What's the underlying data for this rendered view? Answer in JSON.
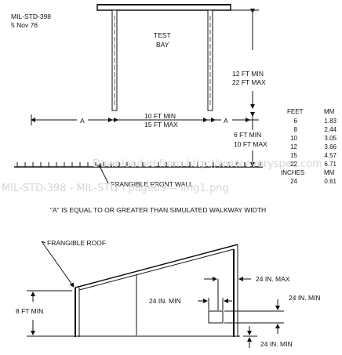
{
  "header": {
    "standard": "MIL-STD-398",
    "date": "5 Nov 76"
  },
  "top_view": {
    "bay_label_1": "TEST",
    "bay_label_2": "BAY",
    "height_min": "12 FT MIN",
    "height_max": "22 FT MAX",
    "side_a_left": "A",
    "side_a_right": "A",
    "width_min": "10 FT MIN",
    "width_max": "15 FT MAX",
    "offset_min": "6 FT MIN",
    "offset_max": "10 FT MAX",
    "wall_label": "FRANGIBLE FRONT WALL"
  },
  "conversion_table": {
    "headers": [
      "FEET",
      "MM"
    ],
    "rows": [
      [
        "6",
        "1.83"
      ],
      [
        "8",
        "2.44"
      ],
      [
        "10",
        "3.05"
      ],
      [
        "12",
        "3.66"
      ],
      [
        "15",
        "4.57"
      ],
      [
        "22",
        "6.71"
      ]
    ],
    "headers2": [
      "INCHES",
      "MM"
    ],
    "rows2": [
      [
        "24",
        "0.61"
      ]
    ]
  },
  "note": "\"A\" IS EQUAL TO OR GREATER THAN SIMULATED WALKWAY WIDTH",
  "watermark": {
    "line1": "Downloaded from http://www.everyspec.com",
    "line2": "MIL-STD-398 - MIL-STD - page09 -- img1.png"
  },
  "side_view": {
    "roof_label": "FRANGIBLE ROOF",
    "height_label": "8 FT MIN",
    "gap_max": "24 IN. MAX",
    "opening_min": "24 IN. MIN",
    "right_min": "24 IN. MIN",
    "bottom_min": "24 IN. MIN"
  }
}
